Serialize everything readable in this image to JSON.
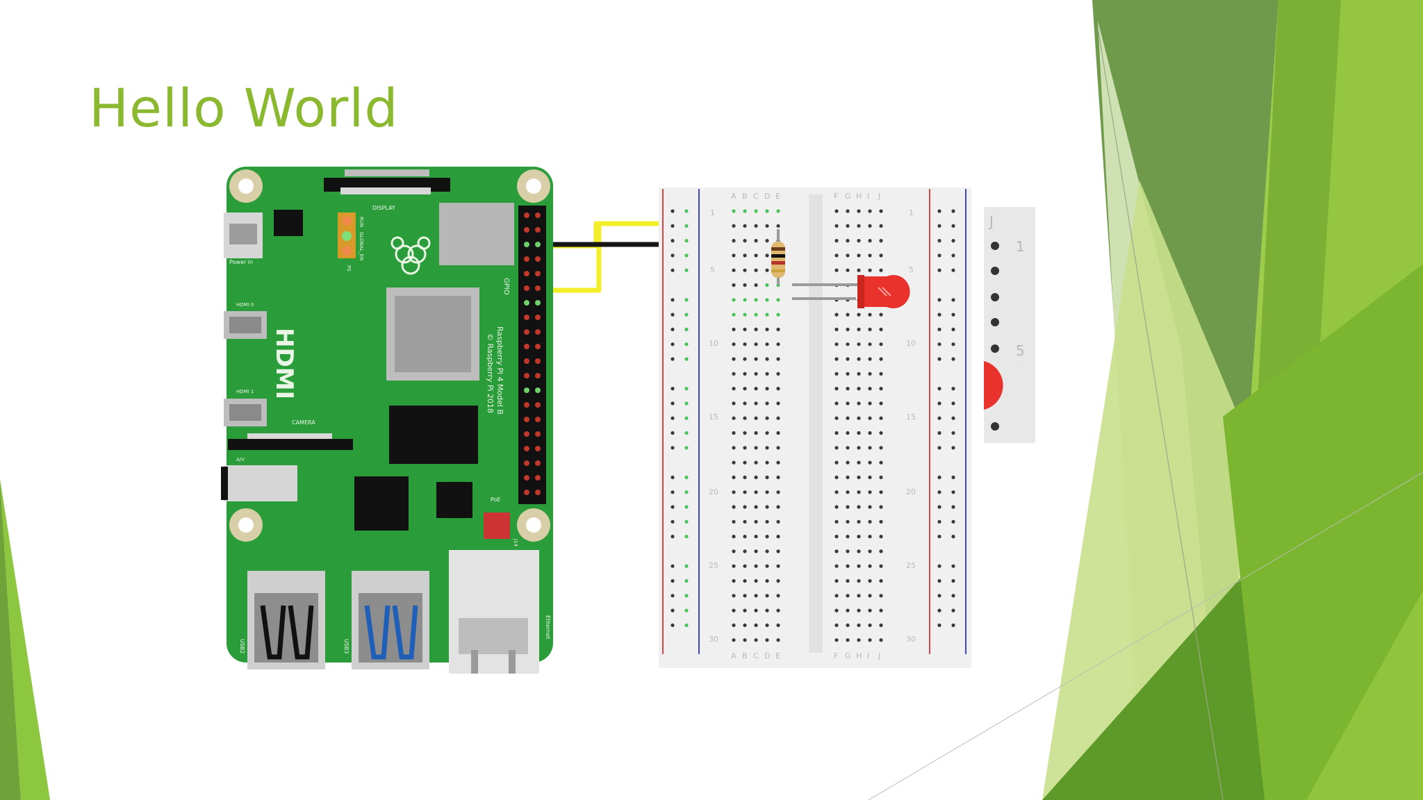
{
  "slide": {
    "title": "Hello World"
  },
  "board": {
    "display_label": "DISPLAY",
    "power_label": "Power in",
    "hdmi_label": "HDMI",
    "hdmi0_label": "HDMI 0",
    "hdmi1_label": "HDMI 1",
    "camera_label": "CAMERA",
    "av_label": "A/V",
    "poe_label": "PoE",
    "gpio_label": "GPIO",
    "led_labels": [
      "RUN",
      "GLOBAL_EN",
      "PS"
    ],
    "model_line1": "Raspberry Pi 4 Model B",
    "model_line2": "© Raspberry Pi 2018",
    "usb2_label": "USB2",
    "usb3_label": "USB3",
    "ethernet_label": "Ethernet",
    "j14_label": "J14"
  },
  "breadboard": {
    "columns_left": [
      "A",
      "B",
      "C",
      "D",
      "E"
    ],
    "columns_right": [
      "F",
      "G",
      "H",
      "I",
      "J"
    ],
    "row_numbers": [
      "1",
      "5",
      "10",
      "15",
      "20",
      "25",
      "30"
    ]
  },
  "side_strip": {
    "column_label": "J",
    "row_labels": [
      "1",
      "5"
    ]
  },
  "colors": {
    "title": "#8ab82e",
    "pcb": "#2a9d3a",
    "wire_yellow": "#f2ef2a",
    "wire_black": "#151515",
    "led": "#e8322b",
    "theme_green": "#8dc63f"
  }
}
